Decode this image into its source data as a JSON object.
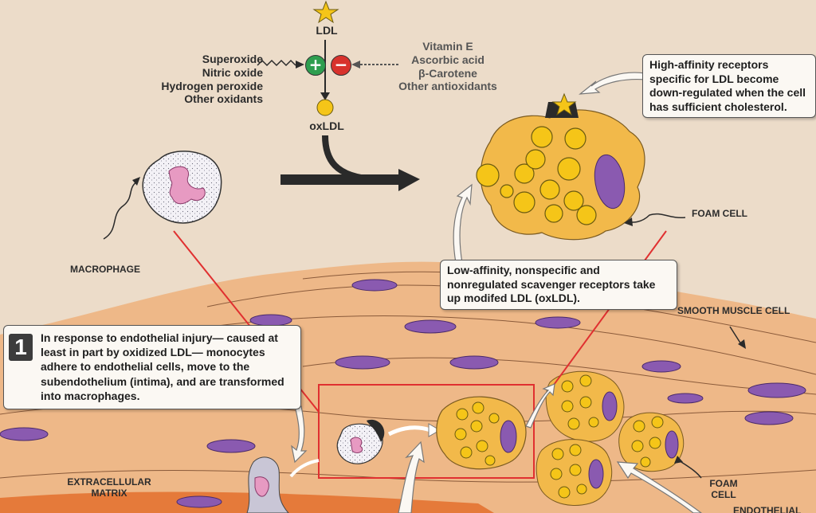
{
  "colors": {
    "background": "#ecdcc9",
    "smooth_muscle": "#f0b98a",
    "nucleus": "#8a5ab0",
    "foam_cell": "#f2b94a",
    "lipid": "#f5c518",
    "plus": "#2e9e4f",
    "minus": "#d8322c",
    "arrow": "#2a2a2a",
    "red_line": "#e03030"
  },
  "pathway": {
    "ldl": "LDL",
    "oxldl": "oxLDL",
    "oxidants": [
      "Superoxide",
      "Nitric oxide",
      "Hydrogen peroxide",
      "Other oxidants"
    ],
    "antioxidants": [
      "Vitamin E",
      "Ascorbic acid",
      "β-Carotene",
      "Other antioxidants"
    ],
    "plus_symbol": "+",
    "minus_symbol": "−"
  },
  "labels": {
    "macrophage": "MACROPHAGE",
    "foam_cell": "FOAM CELL",
    "smooth_muscle_cell": "SMOOTH MUSCLE CELL",
    "extracellular_matrix_line1": "EXTRACELLULAR",
    "extracellular_matrix_line2": "MATRIX",
    "foam_cell_lower_line1": "FOAM",
    "foam_cell_lower_line2": "CELL",
    "endothelial_partial": "ENDOTHELIAL"
  },
  "callouts": {
    "high_affinity": "High-affinity receptors specific for LDL become down-regulated when the cell has sufficient cholesterol.",
    "low_affinity": "Low-affinity, nonspecific and nonregulated scavenger receptors take up modifed LDL (oxLDL)."
  },
  "step": {
    "number": "1",
    "text": "In response to endothelial injury— caused at least in part by oxidized LDL— monocytes adhere to endothelial cells, move to the subendothelium (intima), and are transformed into macrophages."
  }
}
